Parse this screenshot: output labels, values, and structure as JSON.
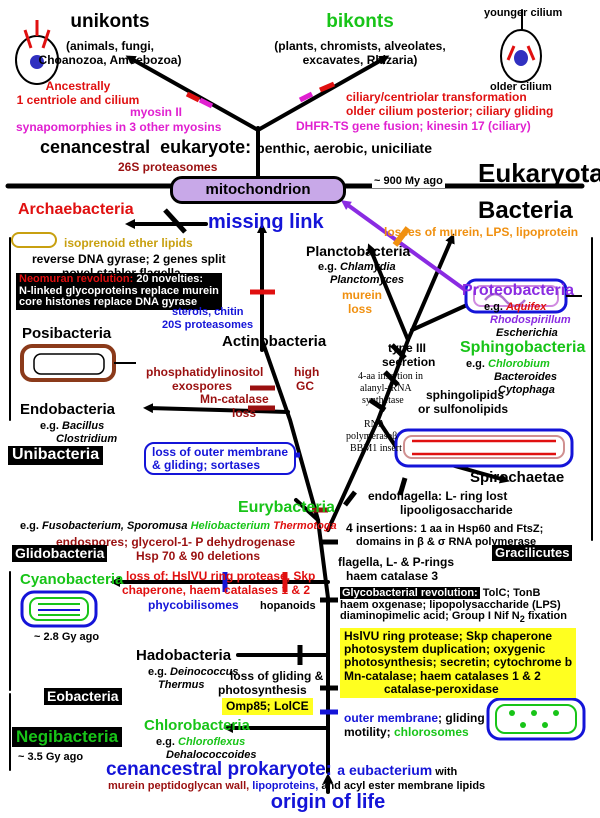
{
  "colors": {
    "red": "#e01010",
    "dark_red": "#9a1010",
    "green": "#18c418",
    "blue": "#1414d8",
    "magenta": "#e020d0",
    "orange": "#f09010",
    "purple": "#8a2be2",
    "yellow": "#ffff20",
    "gold": "#c8a010"
  },
  "top": {
    "unikonts": "unikonts",
    "unikonts_sub1": "(animals, fungi,",
    "unikonts_sub2": "Choanozoa, Amoebozoa)",
    "bikonts": "bikonts",
    "bikonts_sub1": "(plants, chromists, alveolates,",
    "bikonts_sub2": "excavates, Rhizaria)",
    "younger_cilium": "younger cilium",
    "older_cilium": "older cilium",
    "ancestrally1": "Ancestrally",
    "ancestrally2": "1 centriole and cilium",
    "myosin": "myosin II",
    "synapomorphies": "synapomorphies in 3 other myosins",
    "ciliary1": "ciliary/centriolar transformation",
    "ciliary2": "older cilium posterior; ciliary gliding",
    "dhfr": "DHFR-TS gene fusion; kinesin 17 (ciliary)",
    "cenancestral_euk_a": "cenancestral",
    "cenancestral_euk_b": "eukaryote:",
    "cenancestral_euk_c": "benthic, aerobic, uniciliate",
    "proteasomes26": "26S proteasomes",
    "eukaryota": "Eukaryota",
    "my900": "~ 900 My ago",
    "mitochondrion": "mitochondrion"
  },
  "middle": {
    "bacteria": "Bacteria",
    "archaebacteria": "Archaebacteria",
    "missing_link": "missing link",
    "isoprenoid": "isoprenoid ether lipids",
    "reverse_gyrase": "reverse  DNA gyrase; 2 genes split",
    "flagella_stabler": "novel stabler flagella",
    "losses_murein": "losses of murein, LPS, lipoprotein",
    "neomuran_title": "Neomuran revolution:",
    "neomuran_20": " 20 novelties:",
    "neomuran_l2": "N-linked glycoproteins replace murein",
    "neomuran_l3": "core histones replace DNA gyrase",
    "planctobacteria": "Planctobacteria",
    "plancto_eg": "e.g.",
    "plancto_g1": "Chlamydia",
    "plancto_g2": "Planctomyces",
    "murein": "murein",
    "loss": "loss",
    "proteobacteria": "Proteobacteria",
    "proteo_eg": "e.g.",
    "proteo_g1": "Aquifex",
    "proteo_g2": "Rhodospirillum",
    "proteo_g3": "Escherichia",
    "posibacteria": "Posibacteria",
    "sterols1": "sterols, chitin",
    "sterols2": "20S proteasomes",
    "actinobacteria": "Actinobacteria",
    "type3_1": "type III",
    "type3_2": "secretion",
    "sphingobacteria": "Sphingobacteria",
    "sphingo_eg": "e.g.",
    "sphingo_g1": "Chlorobium",
    "sphingo_g2": "Bacteroides",
    "sphingo_g3": "Cytophaga",
    "aa4_1": "4-aa insertion in",
    "aa4_2": "alanyl-tRNA",
    "aa4_3": "synthetase",
    "sphingolipids1": "sphingolipids",
    "sphingolipids2": "or sulfonolipids",
    "phosphat1": "phosphatidylinositol",
    "phosphat2": "exospores",
    "high": "high",
    "gc": "GC",
    "rna_pol1": "RNA",
    "rna_pol2": "polymeraseβ",
    "rna_pol3": "BBM1 insert",
    "mn_cat1": "Mn-catalase",
    "mn_cat2": "loss",
    "endobacteria": "Endobacteria",
    "endo_eg": "e.g.",
    "endo_g1": "Bacillus",
    "endo_g2": "Clostridium",
    "unibacteria": "Unibacteria",
    "loss_outer1": "loss of outer membrane",
    "loss_outer2": "& gliding; sortases",
    "spirochaetae": "Spirochaetae",
    "endoflagella1": "endoflagella: L- ring lost",
    "endoflagella2": "lipooligosaccharide",
    "eurybacteria": "Eurybacteria",
    "eury_eg": "e.g.",
    "eury_g1": "Fusobacterium, Sporomusa",
    "eury_g2": "Heliobacterium",
    "eury_g3": "Thermotoga",
    "endospores": "endospores; glycerol-1- P dehydrogenase",
    "hsp": "Hsp 70 & 90 deletions",
    "insertions1": "4 insertions:",
    "insertions1b": " 1 aa in Hsp60 and FtsZ;",
    "insertions2": "domains in β & σ RNA polymerase",
    "flagella1": "flagella, L- & P-rings",
    "flagella2": "haem catalase 3",
    "gracilicutes": "Gracilicutes"
  },
  "bottom": {
    "glidobacteria": "Glidobacteria",
    "loss_hsl1": "loss of: HslVU ring protease, Skp",
    "loss_hsl2": "chaperone, haem catalases  1 & 2",
    "cyanobacteria": "Cyanobacteria",
    "phycobilisomes": "phycobilisomes",
    "hopanoids": "hopanoids",
    "glyco_title": "Glycobacterial revolution:",
    "glyco_l1": " TolC; TonB",
    "glyco_l2": "haem oxgenase;  lipopolysaccharide (LPS)",
    "glyco_l3": "diaminopimelic acid; Group I Nif N",
    "glyco_sub": "2",
    "glyco_l3b": " fixation",
    "gy28": "~ 2.8 Gy ago",
    "hadobacteria": "Hadobacteria",
    "hado_eg": "e.g.",
    "hado_g1": "Deinococcus",
    "hado_g2": "Thermus",
    "loss_glid1": "loss of gliding &",
    "loss_glid2": "photosynthesis",
    "yellow1": "HslVU ring protease; Skp chaperone",
    "yellow2": "photosystem duplication; oxygenic",
    "yellow3": "photosynthesis;  secretin; cytochrome b",
    "yellow4": "Mn-catalase; haem catalases  1 & 2",
    "yellow5": "catalase-peroxidase",
    "omp85": "Omp85; LolCE",
    "eobacteria": "Eobacteria",
    "chlorobacteria": "Chlorobacteria",
    "chloro_eg": "e.g.",
    "chloro_g1": "Chloroflexus",
    "chloro_g2": "Dehalococcoides",
    "outer_mem1": "outer membrane",
    "outer_mem1b": "; gliding",
    "outer_mem2": "motility; ",
    "outer_mem2b": "chlorosomes",
    "negibacteria": "Negibacteria",
    "gy35": "~ 3.5 Gy ago",
    "cenancestral_pro": "cenancestral prokaryote:",
    "eubacterium": "a eubacterium",
    "with": " with",
    "murein_wall": "murein peptidoglycan wall,",
    "lipoproteins": " lipoproteins,",
    "acyl": " and acyl ester membrane lipids",
    "origin": "origin of life"
  }
}
